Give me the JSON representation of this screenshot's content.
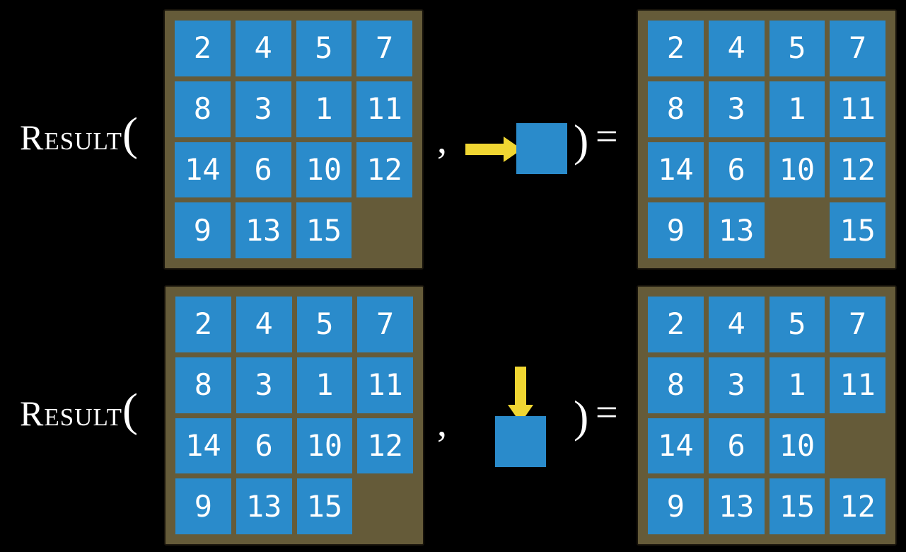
{
  "figure": {
    "label": {
      "function_name": "Result",
      "open_paren": "(",
      "comma": ",",
      "close_paren": ")",
      "equals": "="
    },
    "colors": {
      "background": "#000000",
      "board": "#655B39",
      "tile": "#2A8BCB",
      "tile_text": "#FFFFFF",
      "arrow": "#F0D632",
      "label_text": "#FFFFFF"
    },
    "examples": [
      {
        "action_direction": "right",
        "action_icon": "right-arrow",
        "input_grid": [
          [
            "2",
            "4",
            "5",
            "7"
          ],
          [
            "8",
            "3",
            "1",
            "11"
          ],
          [
            "14",
            "6",
            "10",
            "12"
          ],
          [
            "9",
            "13",
            "15",
            ""
          ]
        ],
        "result_grid": [
          [
            "2",
            "4",
            "5",
            "7"
          ],
          [
            "8",
            "3",
            "1",
            "11"
          ],
          [
            "14",
            "6",
            "10",
            "12"
          ],
          [
            "9",
            "13",
            "",
            "15"
          ]
        ]
      },
      {
        "action_direction": "down",
        "action_icon": "down-arrow",
        "input_grid": [
          [
            "2",
            "4",
            "5",
            "7"
          ],
          [
            "8",
            "3",
            "1",
            "11"
          ],
          [
            "14",
            "6",
            "10",
            "12"
          ],
          [
            "9",
            "13",
            "15",
            ""
          ]
        ],
        "result_grid": [
          [
            "2",
            "4",
            "5",
            "7"
          ],
          [
            "8",
            "3",
            "1",
            "11"
          ],
          [
            "14",
            "6",
            "10",
            ""
          ],
          [
            "9",
            "13",
            "15",
            "12"
          ]
        ]
      }
    ]
  }
}
